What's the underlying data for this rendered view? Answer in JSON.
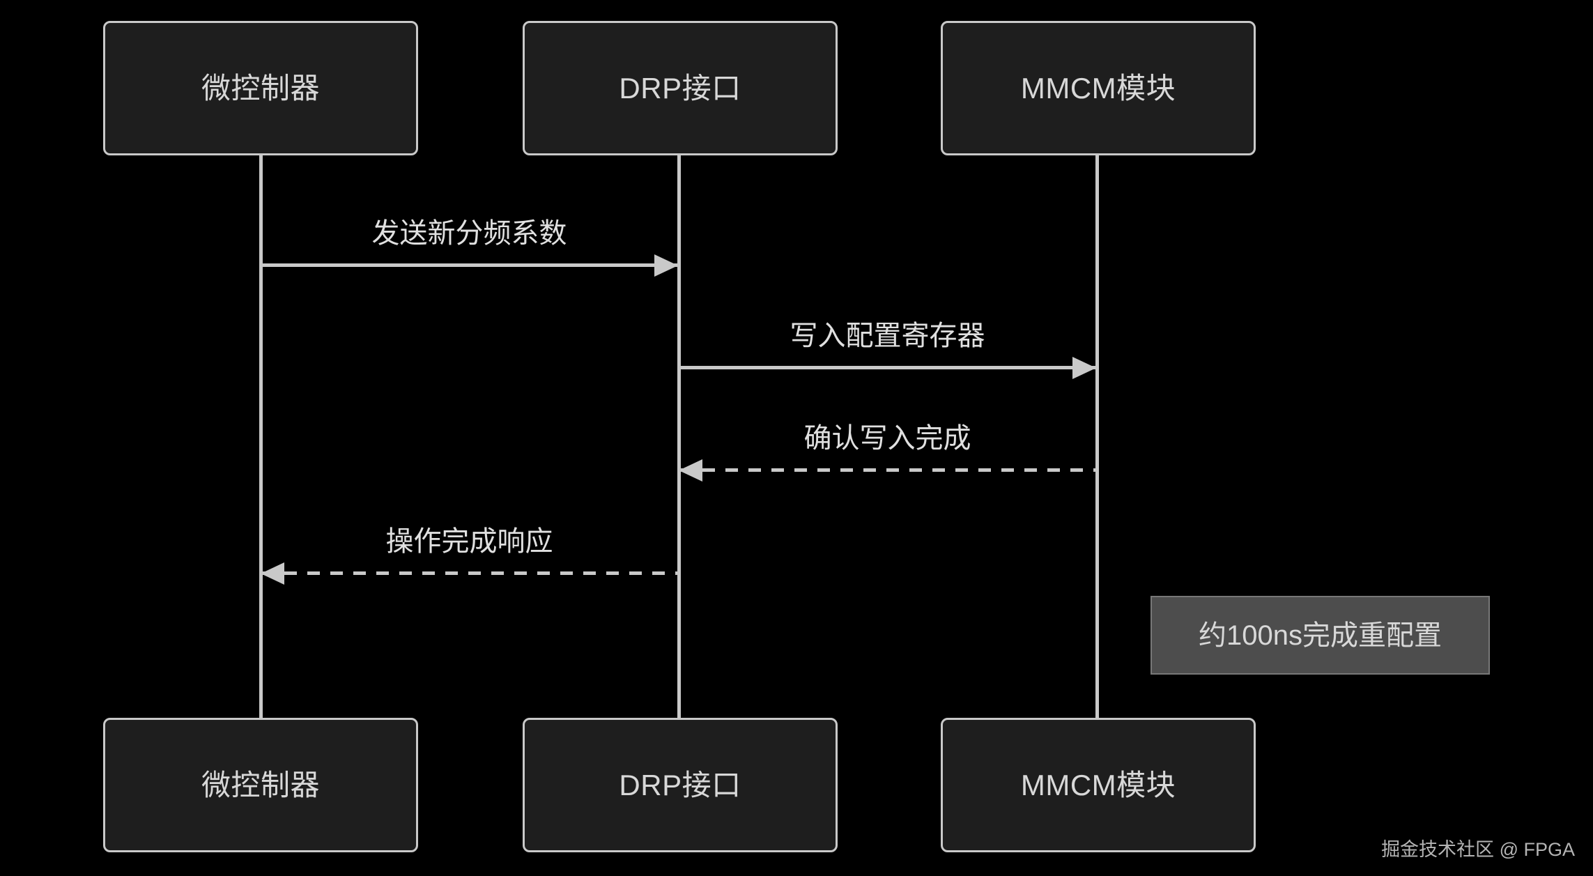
{
  "diagram": {
    "type": "sequence-diagram",
    "background_color": "#000000",
    "line_color": "#c9c9c9",
    "box_fill_color": "#1e1e1e",
    "text_color": "#d8d8d8",
    "note_fill_color": "#4d4d4d"
  },
  "participants": [
    {
      "id": "mcu",
      "label": "微控制器"
    },
    {
      "id": "drp",
      "label": "DRP接口"
    },
    {
      "id": "mmcm",
      "label": "MMCM模块"
    }
  ],
  "messages": [
    {
      "label": "发送新分频系数",
      "from": "mcu",
      "to": "drp",
      "style": "solid",
      "direction": "right"
    },
    {
      "label": "写入配置寄存器",
      "from": "drp",
      "to": "mmcm",
      "style": "solid",
      "direction": "right"
    },
    {
      "label": "确认写入完成",
      "from": "mmcm",
      "to": "drp",
      "style": "dashed",
      "direction": "left"
    },
    {
      "label": "操作完成响应",
      "from": "drp",
      "to": "mcu",
      "style": "dashed",
      "direction": "left"
    }
  ],
  "note": {
    "text": "约100ns完成重配置",
    "attached_to": "mmcm"
  },
  "watermark": {
    "text": "掘金技术社区 @ FPGA"
  }
}
